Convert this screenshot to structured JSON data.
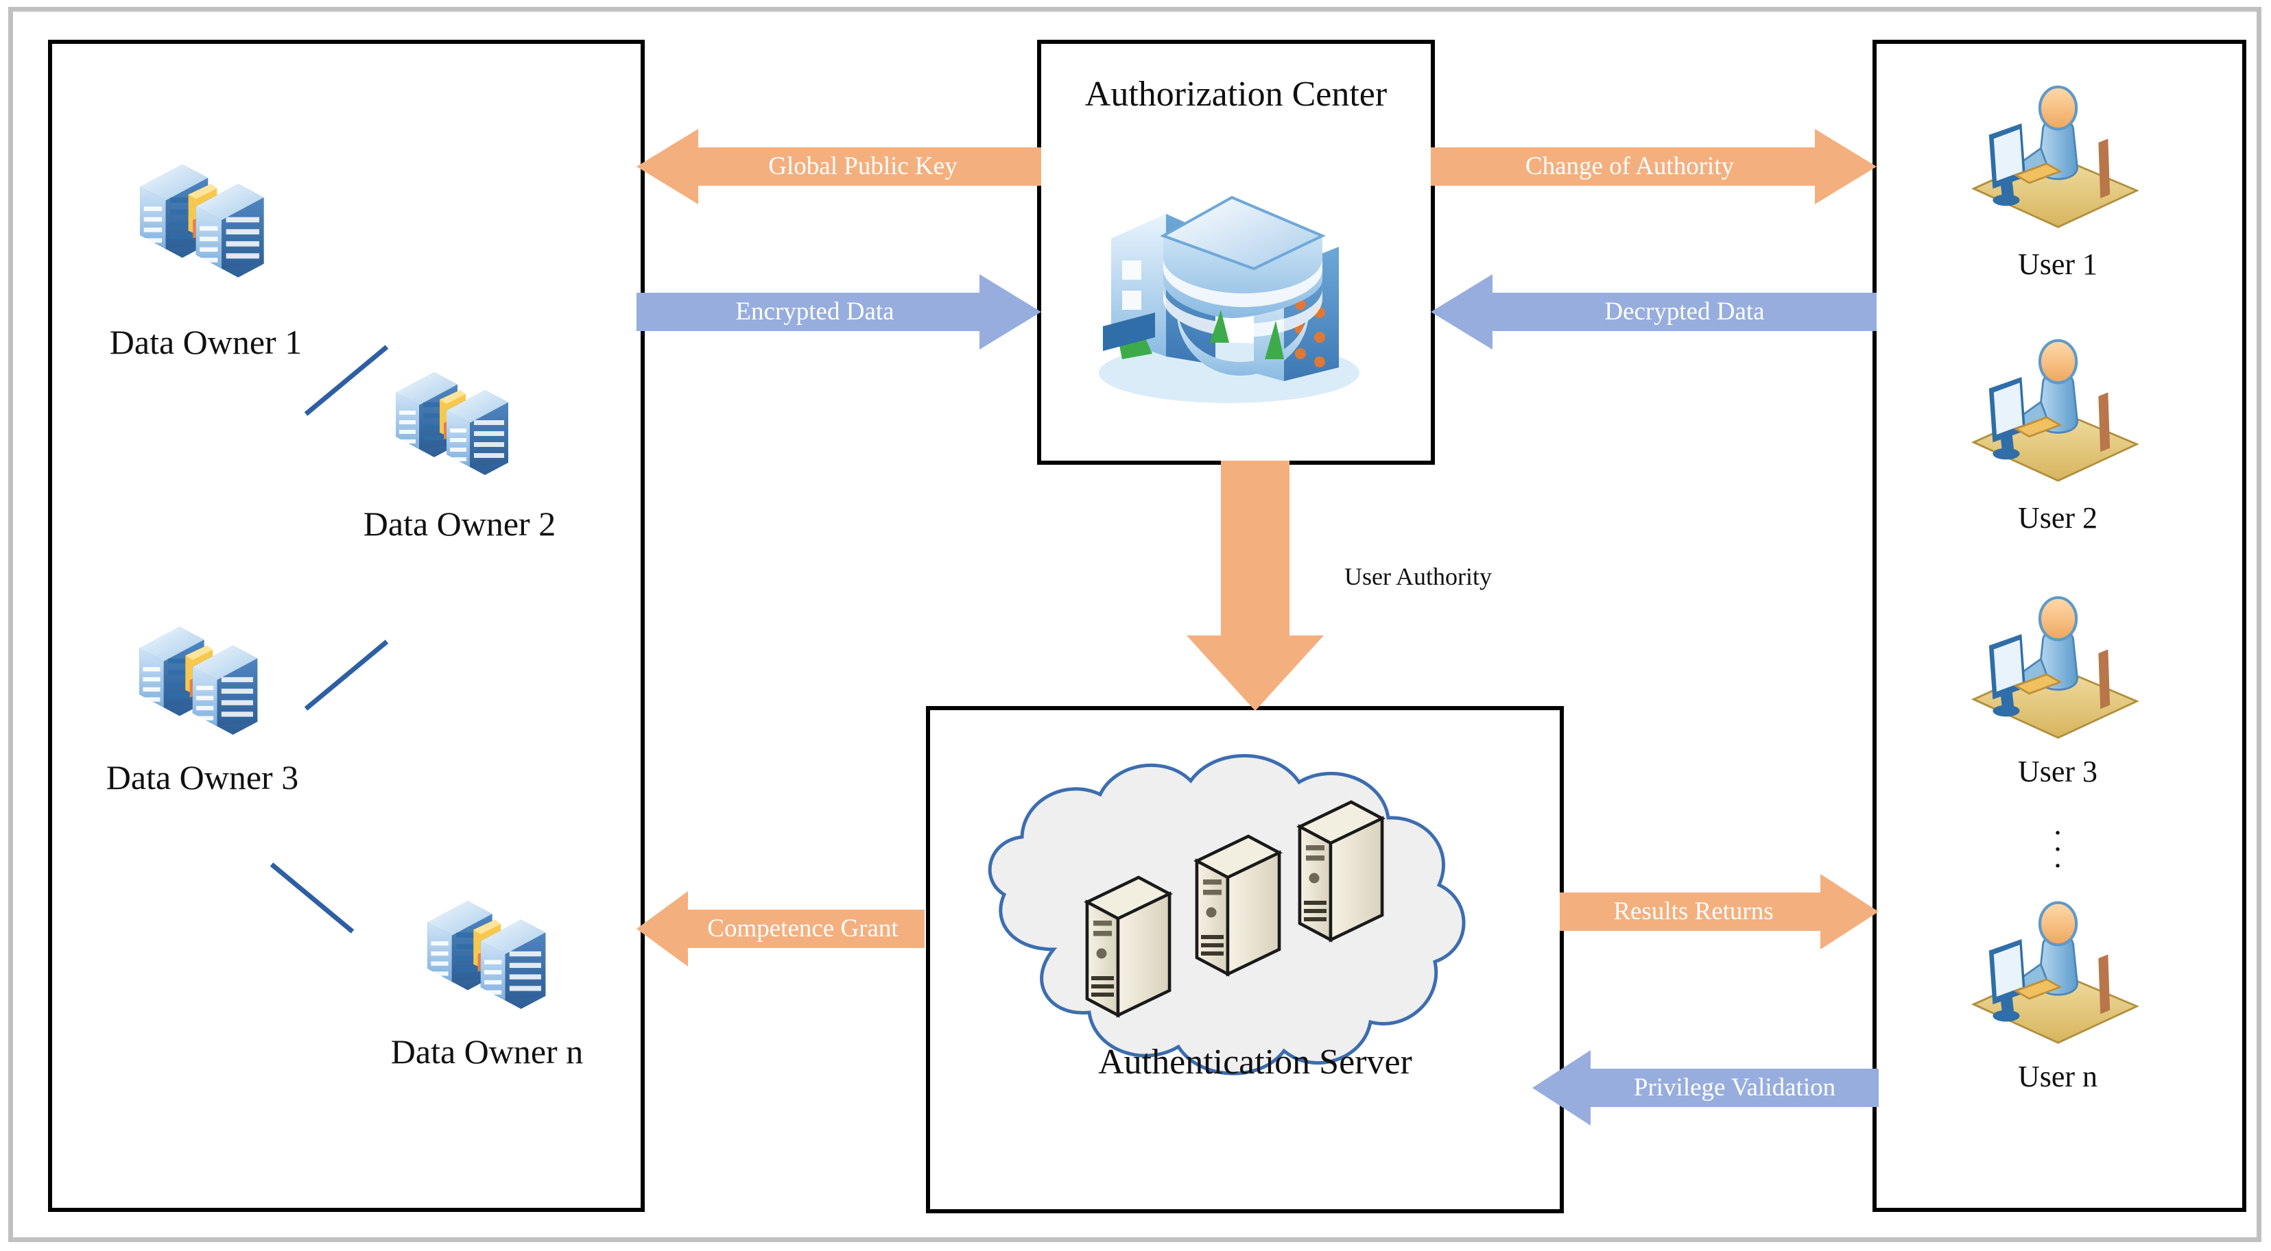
{
  "diagram": {
    "title_present": false,
    "colors": {
      "arrow_orange": "#F4AF7E",
      "arrow_blue": "#97ADDE",
      "panel_border": "#000000",
      "outer_frame": "#C0C0C0",
      "cloud_outline": "#3C6DB0",
      "cloud_fill": "#EFEFEF",
      "connector_blue": "#2E5FA3",
      "label_text": "#101010",
      "arrow_text": "#FFFFFF"
    }
  },
  "panels": {
    "data_owners": {
      "name": "Data Owners panel",
      "nodes": [
        {
          "label": "Data Owner 1",
          "icon": "server-buildings-icon"
        },
        {
          "label": "Data Owner 2",
          "icon": "server-buildings-icon"
        },
        {
          "label": "Data Owner 3",
          "icon": "server-buildings-icon"
        },
        {
          "label": "Data Owner n",
          "icon": "server-buildings-icon"
        }
      ],
      "continuation_marks": 3
    },
    "users": {
      "name": "Users panel",
      "nodes": [
        {
          "label": "User 1",
          "icon": "user-at-desk-icon"
        },
        {
          "label": "User 2",
          "icon": "user-at-desk-icon"
        },
        {
          "label": "User 3",
          "icon": "user-at-desk-icon"
        },
        {
          "label": "User n",
          "icon": "user-at-desk-icon"
        }
      ],
      "ellipsis": "⋮"
    },
    "authorization_center": {
      "title": "Authorization Center",
      "icon": "office-building-icon"
    },
    "authentication_server": {
      "title": "Authentication Server",
      "icon": "cloud-with-servers-icon",
      "server_count": 3
    }
  },
  "flows": [
    {
      "id": "global-public-key",
      "label": "Global Public Key",
      "color": "#F4AF7E",
      "direction": "left",
      "from": "Authorization Center",
      "to": "Data Owners"
    },
    {
      "id": "encrypted-data",
      "label": "Encrypted Data",
      "color": "#97ADDE",
      "direction": "right",
      "from": "Data Owners",
      "to": "Authorization Center"
    },
    {
      "id": "change-of-authority",
      "label": "Change of Authority",
      "color": "#F4AF7E",
      "direction": "right",
      "from": "Authorization Center",
      "to": "Users"
    },
    {
      "id": "decrypted-data",
      "label": "Decrypted Data",
      "color": "#97ADDE",
      "direction": "left",
      "from": "Users",
      "to": "Authorization Center"
    },
    {
      "id": "user-authority",
      "label": "User Authority",
      "color": "#F4AF7E",
      "direction": "down",
      "from": "Authorization Center",
      "to": "Authentication Server"
    },
    {
      "id": "competence-grant",
      "label": "Competence Grant",
      "color": "#F4AF7E",
      "direction": "left",
      "from": "Authentication Server",
      "to": "Data Owners"
    },
    {
      "id": "results-returns",
      "label": "Results Returns",
      "color": "#F4AF7E",
      "direction": "right",
      "from": "Authentication Server",
      "to": "Users"
    },
    {
      "id": "privilege-validation",
      "label": "Privilege Validation",
      "color": "#97ADDE",
      "direction": "left",
      "from": "Users",
      "to": "Authentication Server"
    }
  ]
}
